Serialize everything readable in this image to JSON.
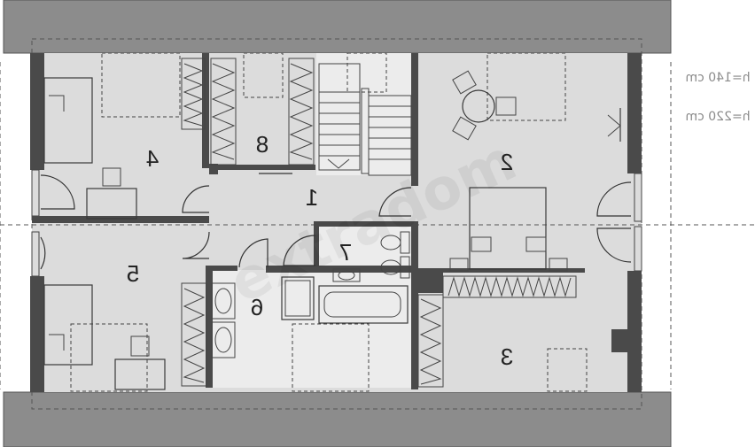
{
  "rooms": {
    "r1": "1",
    "r2": "2",
    "r3": "3",
    "r4": "4",
    "r5": "5",
    "r6": "6",
    "r7": "7",
    "r8": "8"
  },
  "annotations": {
    "height_low": "h=140 cm",
    "height_high": "h=220 cm"
  },
  "watermark": "extradom",
  "colors": {
    "roof": "#8c8c8c",
    "floor": "#dcdcdc",
    "bathroom_floor": "#ececec",
    "wall": "#4a4a4a"
  }
}
